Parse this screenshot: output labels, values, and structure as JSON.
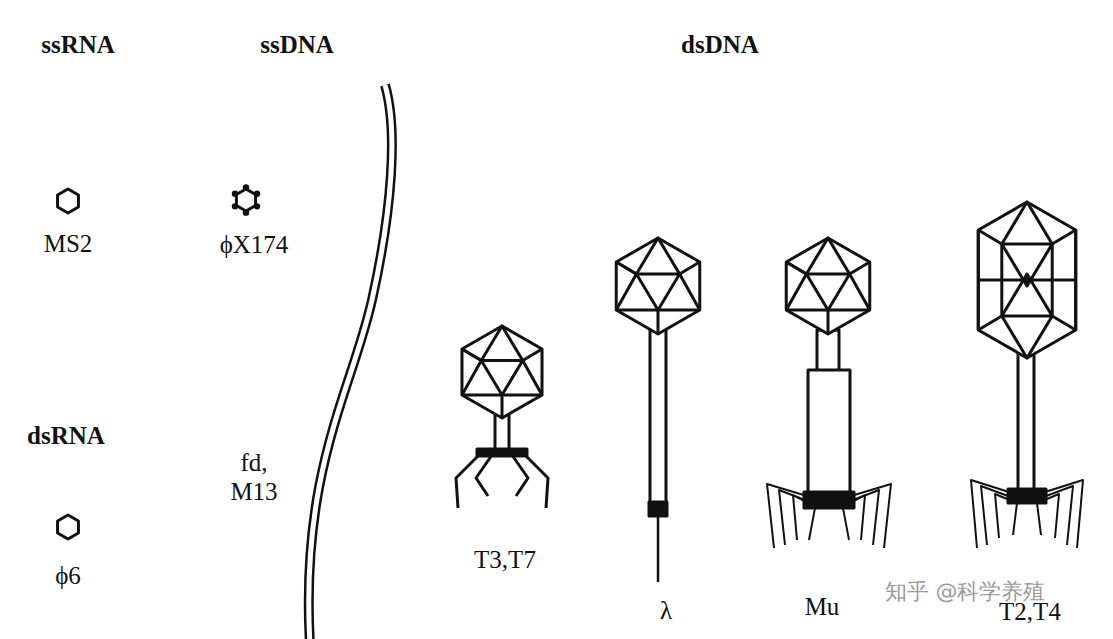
{
  "diagram": {
    "labels": [
      "ssRNA",
      "ssDNA",
      "dsDNA",
      "MS2",
      "ϕX174",
      "dsRNA",
      "ϕ6",
      "fd, M13",
      "T3,T7",
      "λ",
      "Mu",
      "T2,T4",
      "知乎 @科学养殖"
    ]
  }
}
